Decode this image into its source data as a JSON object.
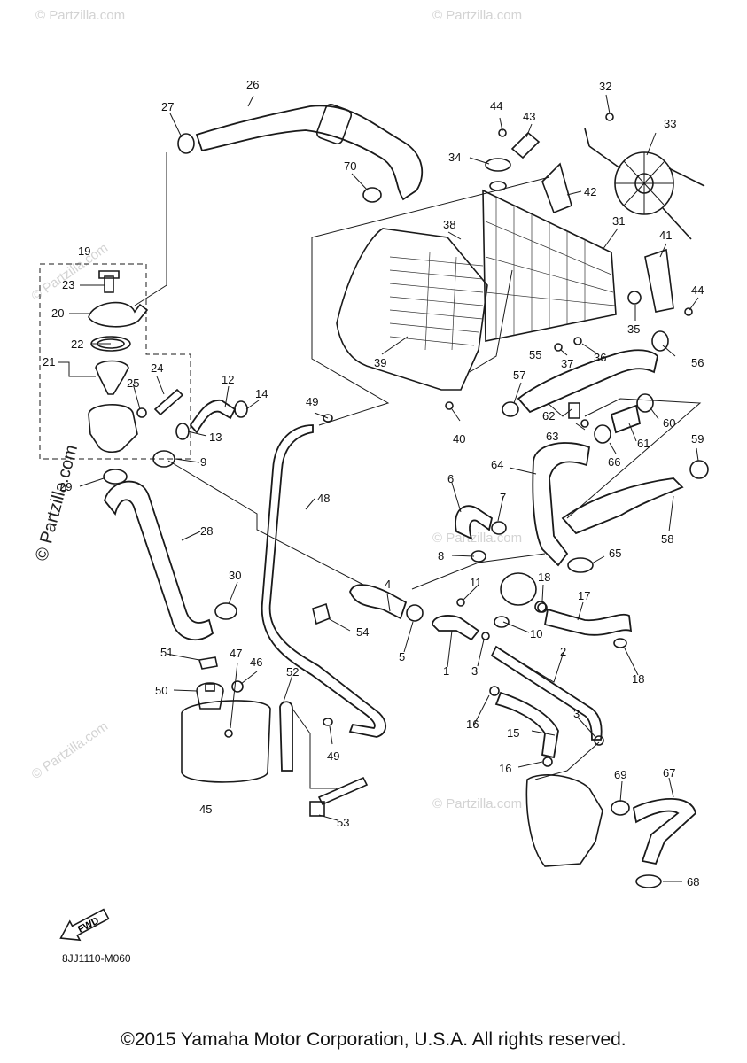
{
  "diagram": {
    "code": "8JJ1110-M060",
    "copyright": "©2015 Yamaha Motor Corporation, U.S.A. All rights reserved.",
    "watermark_side": "© Partzilla.com",
    "watermark_faint": "© Partzilla.com",
    "fwd_label": "FWD"
  },
  "callouts": [
    "1",
    "2",
    "3",
    "3",
    "4",
    "5",
    "6",
    "7",
    "8",
    "9",
    "10",
    "11",
    "12",
    "13",
    "14",
    "15",
    "16",
    "16",
    "17",
    "18",
    "18",
    "19",
    "20",
    "21",
    "22",
    "23",
    "24",
    "25",
    "26",
    "27",
    "28",
    "29",
    "30",
    "31",
    "32",
    "33",
    "34",
    "35",
    "36",
    "37",
    "38",
    "39",
    "40",
    "41",
    "42",
    "43",
    "44",
    "44",
    "45",
    "46",
    "47",
    "48",
    "49",
    "49",
    "50",
    "51",
    "52",
    "53",
    "54",
    "55",
    "56",
    "57",
    "58",
    "59",
    "60",
    "61",
    "62",
    "63",
    "64",
    "65",
    "66",
    "67",
    "68",
    "69",
    "70"
  ]
}
